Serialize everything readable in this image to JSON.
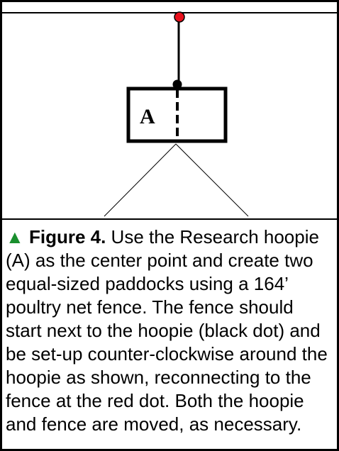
{
  "diagram": {
    "hoopie_label": "A",
    "colors": {
      "start_dot": "#000000",
      "end_dot": "#e8101c",
      "figure_marker": "#1a8f2e"
    }
  },
  "caption": {
    "marker": "▲",
    "figure_label": "Figure 4.",
    "text": "  Use the Research hoopie (A) as the center point and create two equal-sized paddocks using a 164’ poultry net fence.  The fence should start next to the hoopie (black dot) and be set-up counter-clockwise around the hoopie as shown, reconnecting to the fence at the red dot.  Both the hoopie and fence are moved, as necessary."
  }
}
